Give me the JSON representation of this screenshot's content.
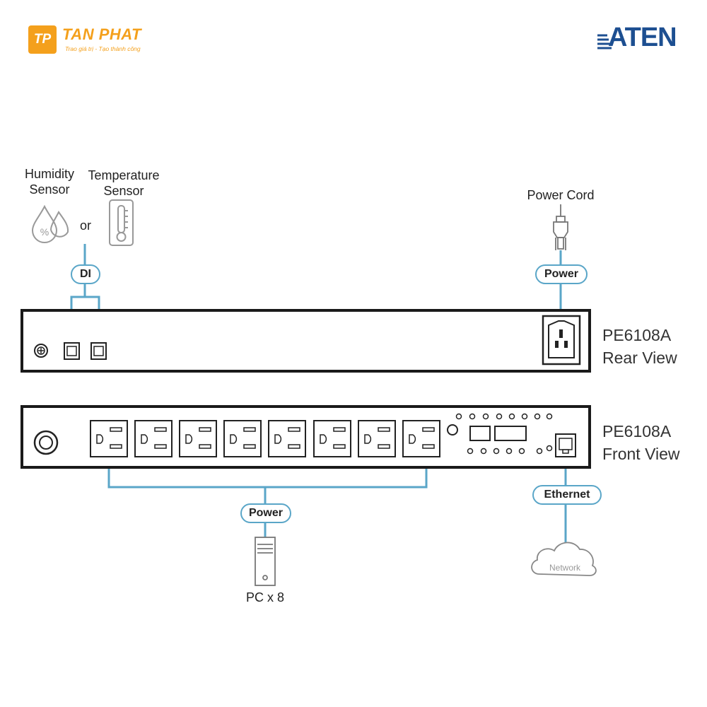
{
  "logo_left": {
    "monogram": "TP",
    "name": "TAN PHAT",
    "slogan": "Trao giá trị - Tạo thành công"
  },
  "logo_right": {
    "name": "ATEN"
  },
  "sensors": {
    "humidity_line1": "Humidity",
    "humidity_line2": "Sensor",
    "or": "or",
    "temperature_line1": "Temperature",
    "temperature_line2": "Sensor",
    "humidity_icon": "humidity-drops-icon",
    "temperature_icon": "thermometer-icon"
  },
  "connectors": {
    "di": "DI",
    "power_rear": "Power",
    "power_front": "Power",
    "ethernet": "Ethernet"
  },
  "power_cord": {
    "label": "Power Cord",
    "icon": "power-plug-icon"
  },
  "rear_view": {
    "line1": "PE6108A",
    "line2": "Rear View"
  },
  "front_view": {
    "line1": "PE6108A",
    "line2": "Front View"
  },
  "pc": {
    "label": "PC x 8",
    "icon": "pc-tower-icon"
  },
  "network": {
    "label": "Network",
    "icon": "cloud-icon"
  },
  "colors": {
    "connector_line": "#5aa6c8",
    "device_outline": "#1a1a1a",
    "brand_orange": "#f4a01c",
    "brand_blue": "#1d4f91"
  }
}
